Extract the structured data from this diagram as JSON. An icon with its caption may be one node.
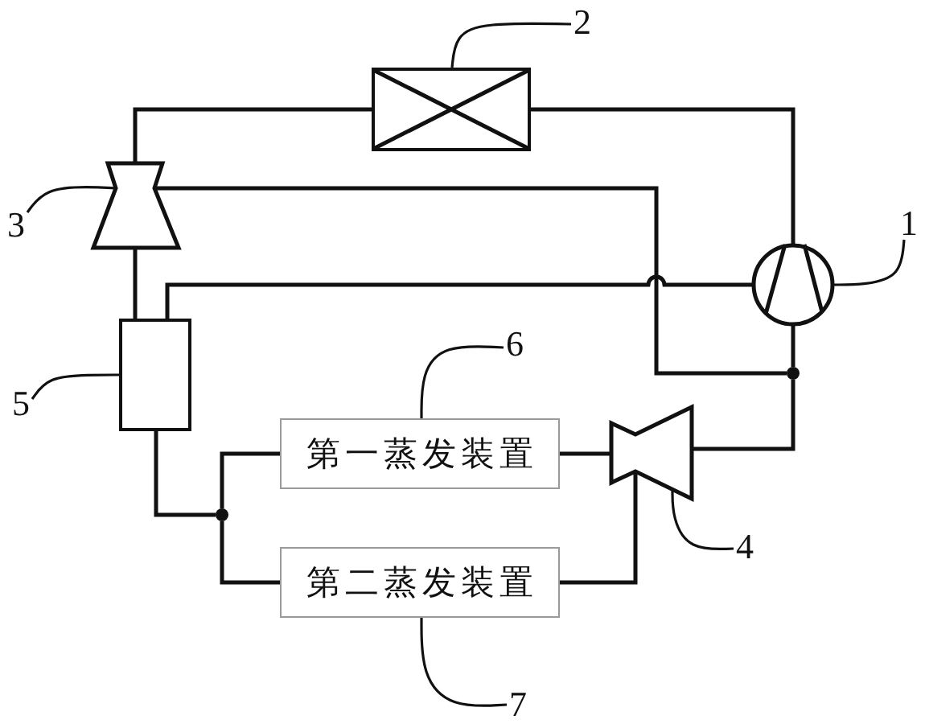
{
  "diagram": {
    "nodes": [
      {
        "text": [
          "2"
        ]
      },
      {
        "text": [],
        "shape": "box"
      },
      {
        "text": [
          "3"
        ]
      },
      {
        "text": [],
        "shape": "nozzle"
      },
      {
        "text": [
          "1"
        ]
      },
      {
        "text": [],
        "shape": "circle"
      },
      {
        "text": [],
        "shape": "dot"
      },
      {
        "text": [
          "5"
        ]
      },
      {
        "text": [],
        "shape": "box"
      },
      {
        "text": [
          "6"
        ]
      },
      {
        "text": [
          "第一蒸发装置"
        ]
      },
      {
        "text": [],
        "shape": "dot"
      },
      {
        "text": [],
        "shape": "nozzle"
      },
      {
        "text": [
          "4"
        ]
      },
      {
        "text": [
          "第二蒸发装置"
        ]
      },
      {
        "text": [
          "7"
        ]
      }
    ],
    "edges": [
      {
        "from": 0,
        "to": 1,
        "arrow": "none"
      },
      {
        "from": 2,
        "to": 3,
        "arrow": "none"
      },
      {
        "from": 4,
        "to": 5,
        "arrow": "none"
      },
      {
        "from": 7,
        "to": 8,
        "arrow": "none"
      },
      {
        "from": 9,
        "to": 10,
        "arrow": "none"
      },
      {
        "from": 13,
        "to": 12,
        "arrow": "none"
      },
      {
        "from": 15,
        "to": 14,
        "arrow": "none"
      },
      {
        "from": 5,
        "to": 1,
        "arrow": "none"
      },
      {
        "from": 1,
        "to": 3,
        "arrow": "none"
      },
      {
        "from": 3,
        "to": 8,
        "arrow": "none"
      },
      {
        "from": 3,
        "to": 6,
        "arrow": "none"
      },
      {
        "from": 8,
        "to": 5,
        "arrow": "none"
      },
      {
        "from": 8,
        "to": 11,
        "arrow": "none"
      },
      {
        "from": 11,
        "to": 10,
        "arrow": "none"
      },
      {
        "from": 11,
        "to": 14,
        "arrow": "none"
      },
      {
        "from": 10,
        "to": 12,
        "arrow": "none"
      },
      {
        "from": 14,
        "to": 12,
        "arrow": "none"
      },
      {
        "from": 12,
        "to": 6,
        "arrow": "none"
      },
      {
        "from": 6,
        "to": 5,
        "arrow": "none"
      }
    ]
  }
}
